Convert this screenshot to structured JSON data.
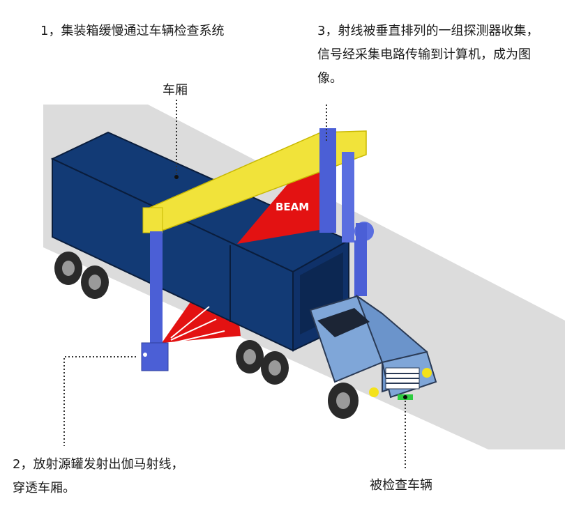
{
  "captions": {
    "step1": "1，集装箱缓慢通过车辆检查系统",
    "step2": "2，放射源罐发射出伽马射线，穿透车厢。",
    "step3": "3，射线被垂直排列的一组探测器收集，信号经采集电路传输到计算机，成为图像。"
  },
  "labels": {
    "container_box": "车厢",
    "inspected_vehicle": "被检查车辆",
    "beam": "BEAM"
  },
  "colors": {
    "container": "#123a75",
    "gantry_column": "#4b5fd6",
    "gantry_beam": "#f1e33a",
    "beam": "#e31212",
    "truck_cab": "#7fa6d8",
    "road": "#dcdcdc"
  }
}
